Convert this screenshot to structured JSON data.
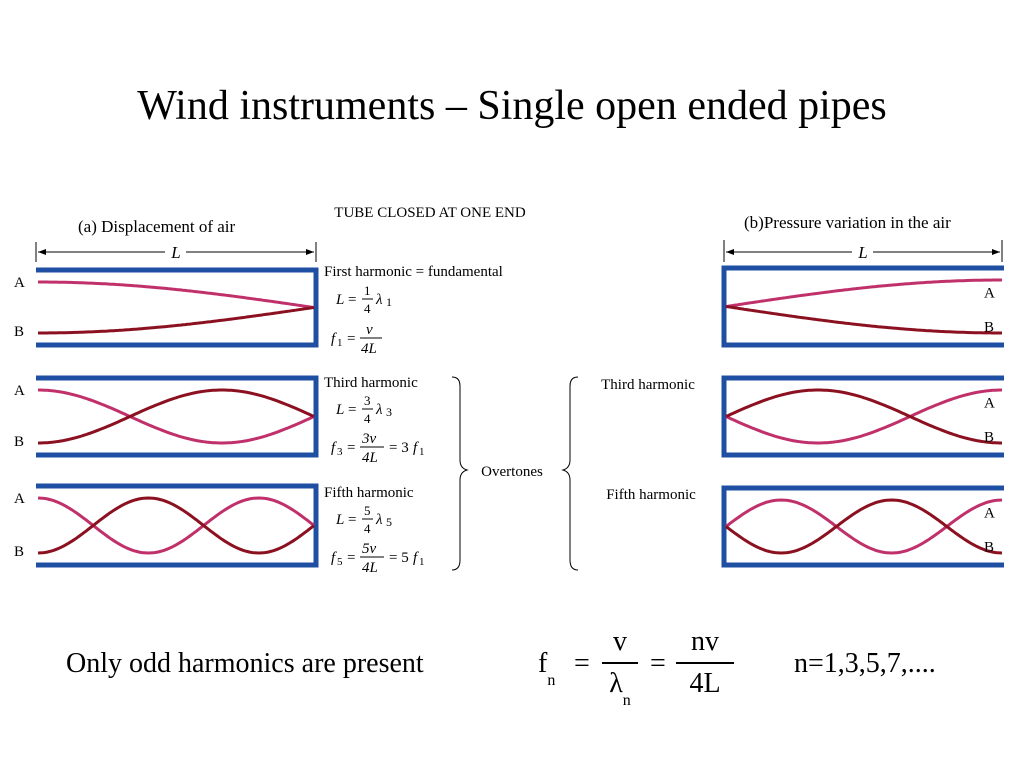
{
  "title": "Wind instruments – Single open ended pipes",
  "figure": {
    "heading": "TUBE CLOSED AT ONE END",
    "left_panel": {
      "label": "(a) Displacement of air",
      "length_label": "L",
      "end_a": "A",
      "end_b": "B",
      "rows": [
        {
          "name": "First harmonic  =  fundamental",
          "eq1": "L = ¼ λ₁",
          "eq2": "f₁ = v / 4L"
        },
        {
          "name": "Third harmonic",
          "eq1": "L = ¾ λ₃",
          "eq2": "f₃ = 3v / 4L = 3f₁"
        },
        {
          "name": "Fifth harmonic",
          "eq1": "L = 5⁄4 λ₅",
          "eq2": "f₅ = 5v / 4L = 5f₁"
        }
      ]
    },
    "overtones_label": "Overtones",
    "right_panel": {
      "label": "(b)Pressure variation in the air",
      "length_label": "L",
      "end_a": "A",
      "end_b": "B",
      "rows": [
        {
          "name": ""
        },
        {
          "name": "Third harmonic"
        },
        {
          "name": "Fifth harmonic"
        }
      ]
    },
    "colors": {
      "tube": "#1f4fa3",
      "curve_a": "#c0306a",
      "curve_b": "#8b1020"
    }
  },
  "bottom": {
    "note": "Only odd harmonics are present",
    "formula": {
      "lhs": "f",
      "lhs_sub": "n",
      "eq": "=",
      "frac1_num": "v",
      "frac1_den": "λ",
      "frac1_den_sub": "n",
      "frac2_num": "nv",
      "frac2_den": "4L"
    },
    "n_values": "n=1,3,5,7,...."
  }
}
